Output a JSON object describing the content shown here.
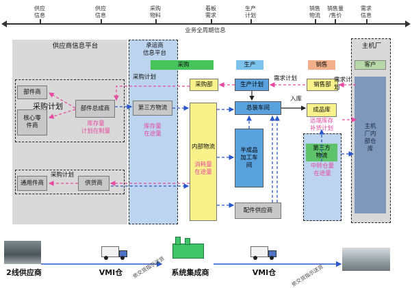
{
  "timeline": {
    "items": [
      {
        "label": "供应\n信息"
      },
      {
        "label": "供应\n信息"
      },
      {
        "label": "采购\n物料"
      },
      {
        "label": "看板\n需求"
      },
      {
        "label": "生产\n计划"
      },
      {
        "label": "销售\n物流"
      },
      {
        "label": "销售量\n/售价"
      },
      {
        "label": "需求\n信息"
      }
    ],
    "caption": "业务全周期信息"
  },
  "supplier_platform": {
    "title": "供应商信息平台",
    "parts_dealer": "部件商",
    "core_parts_dealer": "核心零\n件商",
    "procurement_plan": "采购计划",
    "parts_assembler": "部件总成商",
    "inventory_note": "库存量\n计划在制量",
    "common_parts_dealer": "通用件商",
    "procurement_plan_2": "采购计划",
    "supplier": "供货商"
  },
  "carrier_platform": {
    "title": "承运商\n信息平台",
    "procurement_plan": "采购计划",
    "third_party_logistics": "第三方物流",
    "inventory_note": "库存量\n在途量"
  },
  "bars": {
    "purchase": "采购",
    "production": "生产",
    "sales": "销售",
    "customer": "客户"
  },
  "center": {
    "purchase_dept": "采购部",
    "production_plan": "生产计划",
    "demand_plan": "需求计划",
    "sales_dept": "销售部",
    "demand_plan_2": "需求计划",
    "final_assembly": "总装车间",
    "inbound": "入库",
    "internal_logistics": "内部物流",
    "consumption_note": "消耗量\n在途量",
    "semi_finished": "半成品\n加工车\n间",
    "parts_supplier": "配件供应商",
    "finished_warehouse": "成品库",
    "replenish_note": "远端库存\n补货计划",
    "third_party_logistics_2": "第三方\n物流",
    "transfer_note": "中转仓量\n在途量"
  },
  "oem": {
    "title": "主机厂",
    "warehouse": "主机\n厂内\n部仓\n库"
  },
  "bottom": {
    "tier2_supplier": "2线供应商",
    "vmi_1": "VMI仓",
    "rotated_1": "依交货指示送货",
    "system_integrator": "系统集成商",
    "vmi_2": "VMI仓",
    "rotated_2": "依交货指示送货"
  },
  "colors": {
    "panel_gray": "#d9d9d9",
    "panel_blue": "#bcd4ee",
    "flow_pink": "#e64aa0",
    "flow_blue": "#2b58c8",
    "box_yellow": "#f9f28a",
    "box_blue": "#5aa2de",
    "bar_green": "#46c35a"
  }
}
